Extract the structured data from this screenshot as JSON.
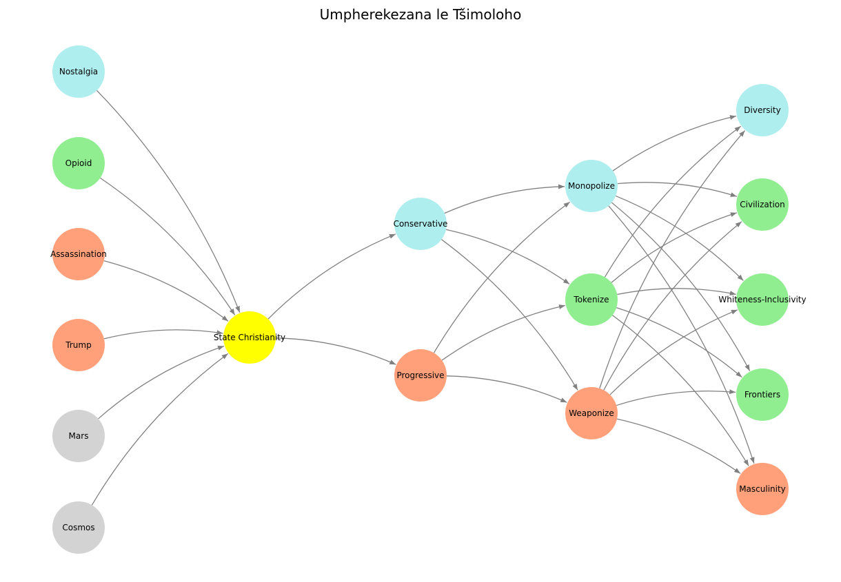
{
  "title": "Umpherekezana le Tšimoloho",
  "colors": {
    "edge": "#808080",
    "cyan": "#afeeee",
    "green": "#90ee90",
    "salmon": "#ffa07a",
    "gray": "#d3d3d3",
    "yellow": "#ffff00"
  },
  "nodes": [
    {
      "id": "nostalgia",
      "label": "Nostalgia",
      "color": "#afeeee"
    },
    {
      "id": "opioid",
      "label": "Opioid",
      "color": "#90ee90"
    },
    {
      "id": "assassination",
      "label": "Assassination",
      "color": "#ffa07a"
    },
    {
      "id": "trump",
      "label": "Trump",
      "color": "#ffa07a"
    },
    {
      "id": "mars",
      "label": "Mars",
      "color": "#d3d3d3"
    },
    {
      "id": "cosmos",
      "label": "Cosmos",
      "color": "#d3d3d3"
    },
    {
      "id": "state-christianity",
      "label": "State Christianity",
      "color": "#ffff00"
    },
    {
      "id": "conservative",
      "label": "Conservative",
      "color": "#afeeee"
    },
    {
      "id": "progressive",
      "label": "Progressive",
      "color": "#ffa07a"
    },
    {
      "id": "monopolize",
      "label": "Monopolize",
      "color": "#afeeee"
    },
    {
      "id": "tokenize",
      "label": "Tokenize",
      "color": "#90ee90"
    },
    {
      "id": "weaponize",
      "label": "Weaponize",
      "color": "#ffa07a"
    },
    {
      "id": "diversity",
      "label": "Diversity",
      "color": "#afeeee"
    },
    {
      "id": "civilization",
      "label": "Civilization",
      "color": "#90ee90"
    },
    {
      "id": "whiteness-inclusivity",
      "label": "Whiteness-Inclusivity",
      "color": "#90ee90"
    },
    {
      "id": "frontiers",
      "label": "Frontiers",
      "color": "#90ee90"
    },
    {
      "id": "masculinity",
      "label": "Masculinity",
      "color": "#ffa07a"
    }
  ],
  "edges": [
    [
      "nostalgia",
      "state-christianity"
    ],
    [
      "opioid",
      "state-christianity"
    ],
    [
      "assassination",
      "state-christianity"
    ],
    [
      "trump",
      "state-christianity"
    ],
    [
      "mars",
      "state-christianity"
    ],
    [
      "cosmos",
      "state-christianity"
    ],
    [
      "state-christianity",
      "conservative"
    ],
    [
      "state-christianity",
      "progressive"
    ],
    [
      "conservative",
      "monopolize"
    ],
    [
      "conservative",
      "tokenize"
    ],
    [
      "conservative",
      "weaponize"
    ],
    [
      "progressive",
      "monopolize"
    ],
    [
      "progressive",
      "tokenize"
    ],
    [
      "progressive",
      "weaponize"
    ],
    [
      "monopolize",
      "diversity"
    ],
    [
      "monopolize",
      "civilization"
    ],
    [
      "monopolize",
      "whiteness-inclusivity"
    ],
    [
      "monopolize",
      "frontiers"
    ],
    [
      "monopolize",
      "masculinity"
    ],
    [
      "tokenize",
      "diversity"
    ],
    [
      "tokenize",
      "civilization"
    ],
    [
      "tokenize",
      "whiteness-inclusivity"
    ],
    [
      "tokenize",
      "frontiers"
    ],
    [
      "tokenize",
      "masculinity"
    ],
    [
      "weaponize",
      "diversity"
    ],
    [
      "weaponize",
      "civilization"
    ],
    [
      "weaponize",
      "whiteness-inclusivity"
    ],
    [
      "weaponize",
      "frontiers"
    ],
    [
      "weaponize",
      "masculinity"
    ]
  ]
}
